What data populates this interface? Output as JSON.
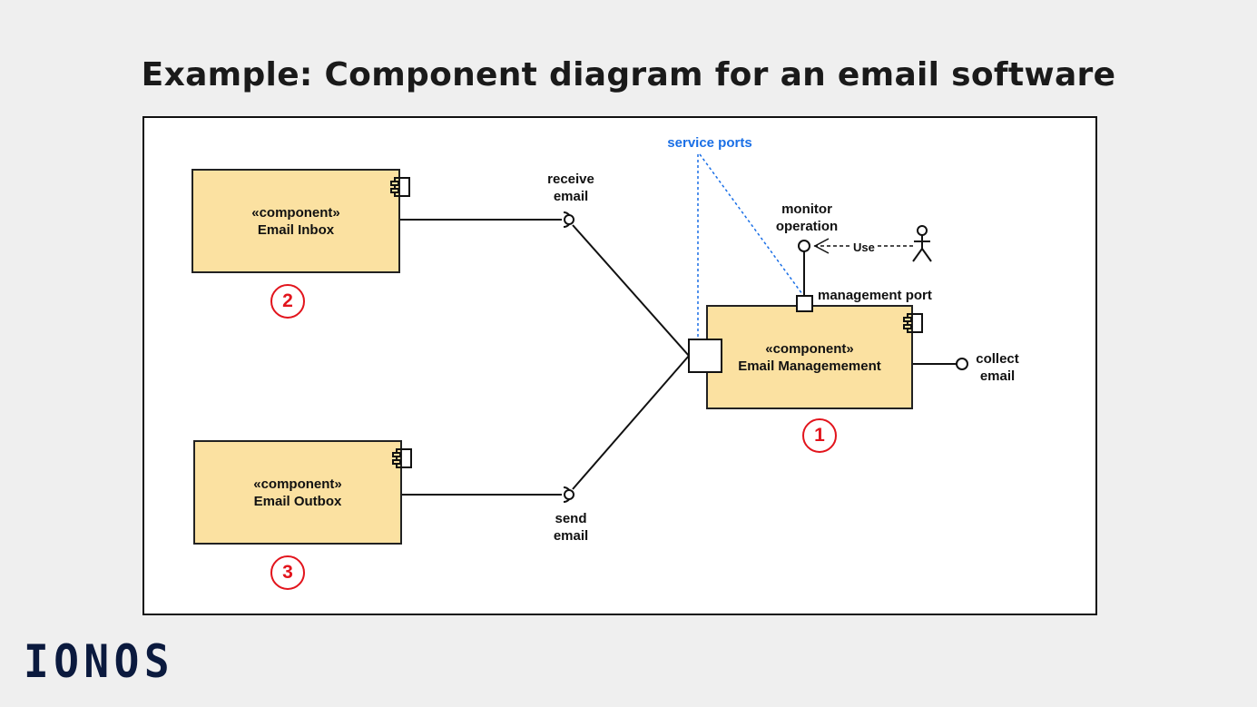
{
  "title": "Example: Component diagram for an email software",
  "components": {
    "inbox": {
      "stereotype": "«component»",
      "name": "Email Inbox",
      "badge": "2"
    },
    "outbox": {
      "stereotype": "«component»",
      "name": "Email Outbox",
      "badge": "3"
    },
    "management": {
      "stereotype": "«component»",
      "name": "Email Managemement",
      "badge": "1"
    }
  },
  "labels": {
    "service_ports": "service ports",
    "receive_email": [
      "receive",
      "email"
    ],
    "send_email": [
      "send",
      "email"
    ],
    "monitor_operation": [
      "monitor",
      "operation"
    ],
    "management_port": "management port",
    "collect_email": [
      "collect",
      "email"
    ],
    "use": "Use"
  },
  "colors": {
    "component_fill": "#fbe1a1",
    "badge_red": "#e2141c",
    "service_blue": "#1a6fe6",
    "logo_navy": "#0b1a3e"
  },
  "icons": [
    "component-icon",
    "actor-icon",
    "provided-interface-icon",
    "required-interface-icon"
  ],
  "logo": "IONOS"
}
